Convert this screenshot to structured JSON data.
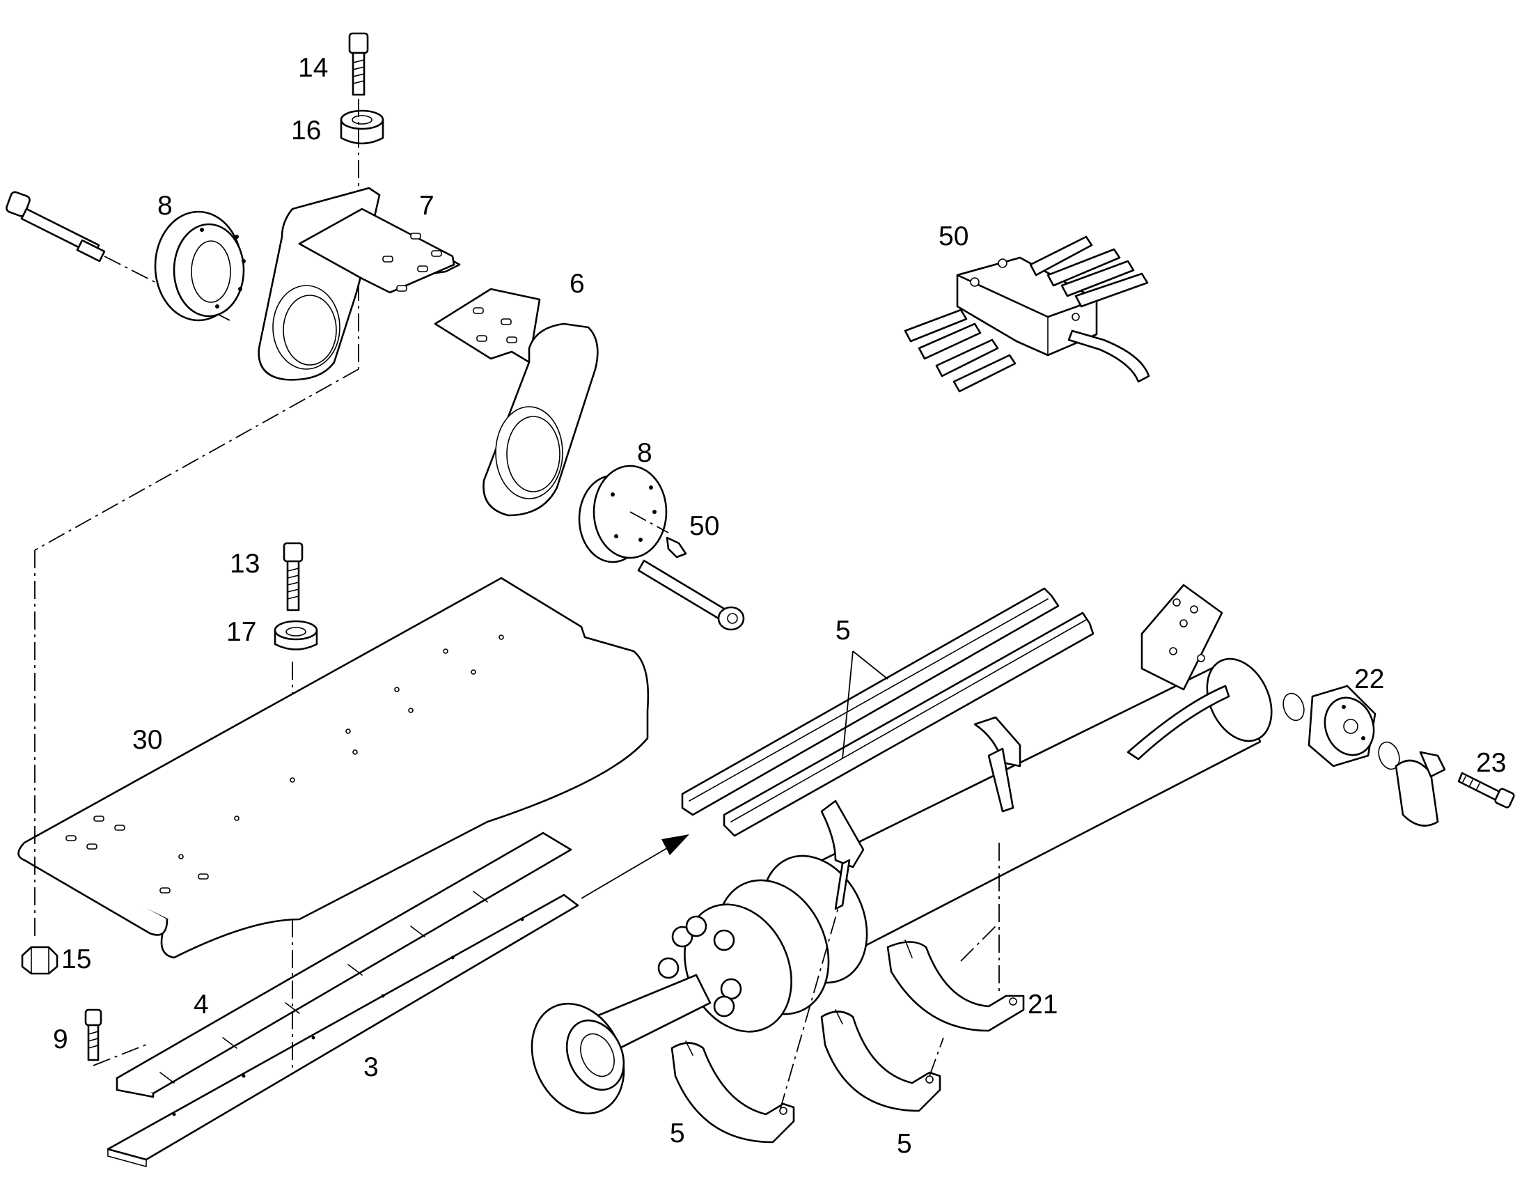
{
  "callouts": {
    "c14": "14",
    "c16": "16",
    "c8_top": "8",
    "c7": "7",
    "c50_top": "50",
    "c6": "6",
    "c8_mid": "8",
    "c50_mid": "50",
    "c13": "13",
    "c17": "17",
    "c30": "30",
    "c5_rail": "5",
    "c22": "22",
    "c23": "23",
    "c15": "15",
    "c4": "4",
    "c9": "9",
    "c3": "3",
    "c21": "21",
    "c5_left": "5",
    "c5_right": "5"
  }
}
